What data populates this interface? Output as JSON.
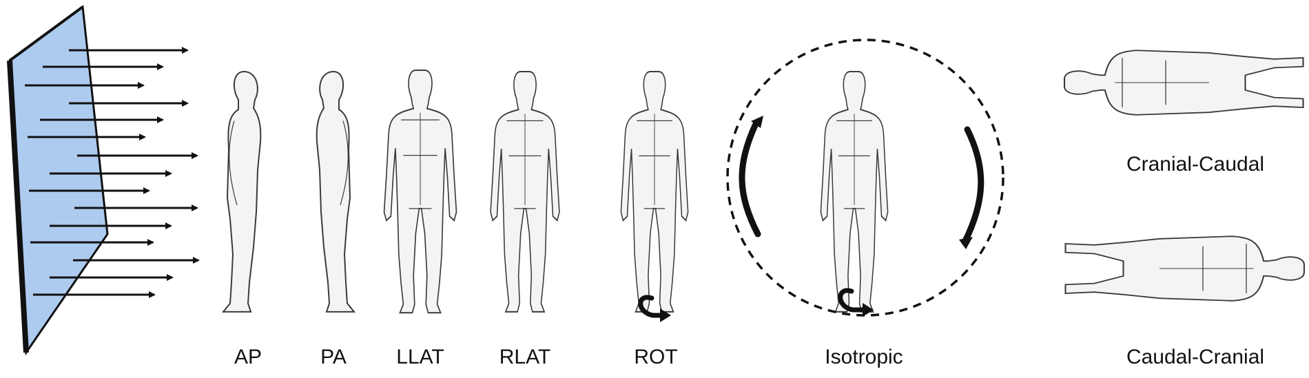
{
  "colors": {
    "panel_fill": "#9fc2ec",
    "panel_edge": "#111111",
    "ink": "#111111",
    "figure_fill": "#f4f4f4",
    "figure_stroke": "#3a3a3a"
  },
  "icons": [
    "plane-source-icon",
    "arrow-icon",
    "human-figure-icon",
    "rotation-arrow-icon",
    "isotropic-circle-icon"
  ],
  "labels": {
    "ap": "AP",
    "pa": "PA",
    "llat": "LLAT",
    "rlat": "RLAT",
    "rot": "ROT",
    "isotropic": "Isotropic",
    "cranial_caudal": "Cranial-Caudal",
    "caudal_cranial": "Caudal-Cranial"
  }
}
